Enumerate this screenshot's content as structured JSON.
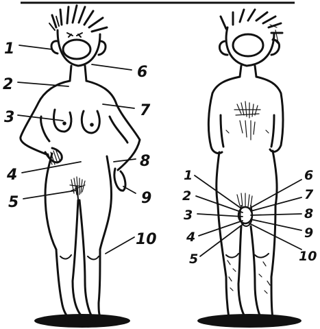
{
  "figure_left": {
    "labels": [
      "1",
      "2",
      "3",
      "4",
      "5",
      "6",
      "7",
      "8",
      "9",
      "10"
    ]
  },
  "figure_right": {
    "labels": [
      "1",
      "2",
      "3",
      "4",
      "5",
      "6",
      "7",
      "8",
      "9",
      "10"
    ]
  }
}
